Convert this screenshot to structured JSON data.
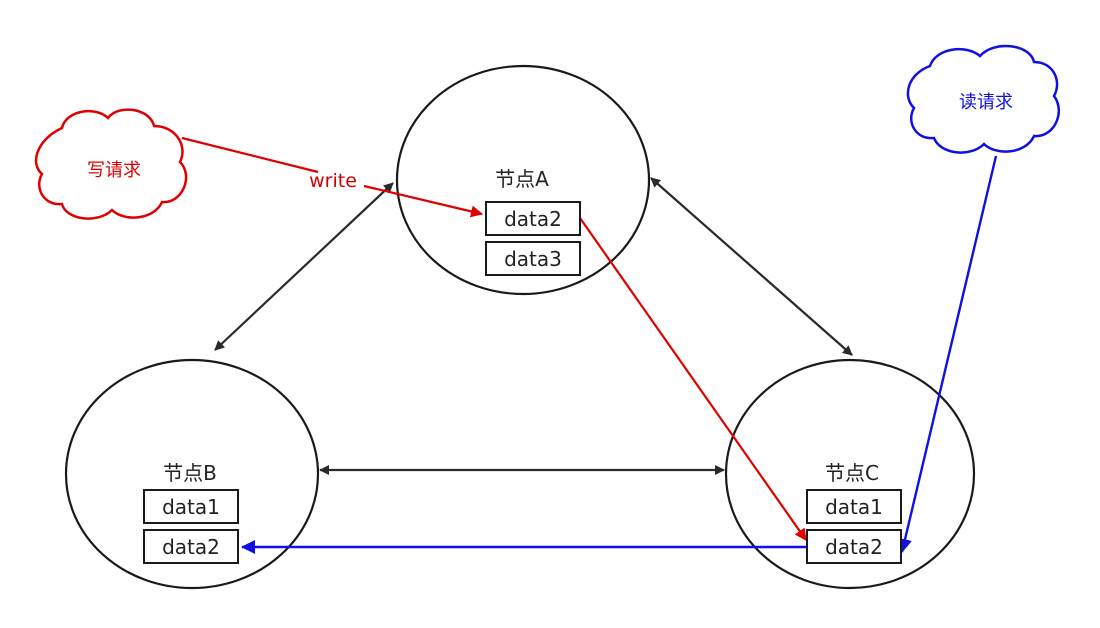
{
  "colors": {
    "write": "#e00000",
    "read": "#1010e0",
    "link": "#2a2a2a",
    "node_stroke": "#1a1a1a"
  },
  "clouds": {
    "write_request": "写请求",
    "read_request": "读请求"
  },
  "edge_labels": {
    "write": "write"
  },
  "nodes": {
    "a": {
      "title": "节点A",
      "data": [
        "data2",
        "data3"
      ]
    },
    "b": {
      "title": "节点B",
      "data": [
        "data1",
        "data2"
      ]
    },
    "c": {
      "title": "节点C",
      "data": [
        "data1",
        "data2"
      ]
    }
  }
}
